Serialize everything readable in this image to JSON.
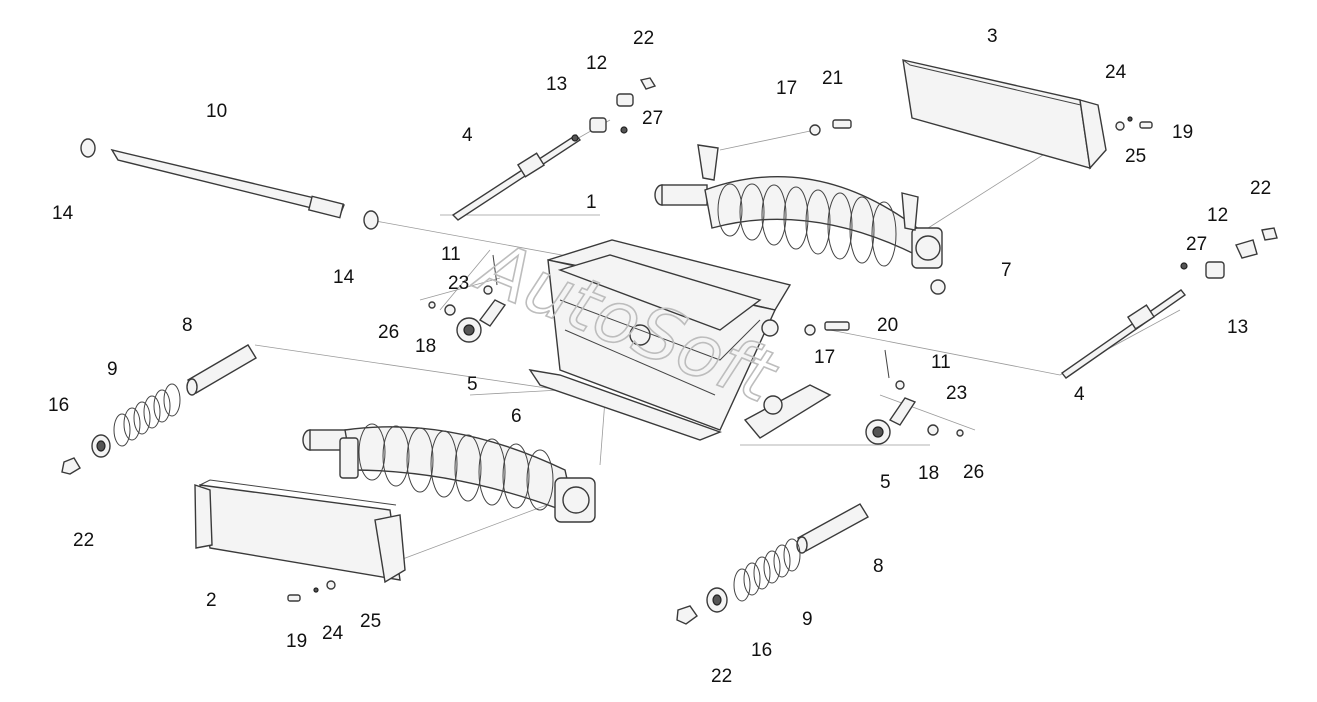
{
  "watermark": "AutoSoft",
  "labels": {
    "l1": "1",
    "l2": "2",
    "l3": "3",
    "l4a": "4",
    "l4b": "4",
    "l5a": "5",
    "l5b": "5",
    "l6": "6",
    "l7": "7",
    "l8a": "8",
    "l8b": "8",
    "l9a": "9",
    "l9b": "9",
    "l10": "10",
    "l11a": "11",
    "l11b": "11",
    "l12a": "12",
    "l12b": "12",
    "l13a": "13",
    "l13b": "13",
    "l14a": "14",
    "l14b": "14",
    "l16a": "16",
    "l16b": "16",
    "l17a": "17",
    "l17b": "17",
    "l18a": "18",
    "l18b": "18",
    "l19a": "19",
    "l19b": "19",
    "l20": "20",
    "l21": "21",
    "l22a": "22",
    "l22b": "22",
    "l22c": "22",
    "l22d": "22",
    "l23a": "23",
    "l23b": "23",
    "l24a": "24",
    "l24b": "24",
    "l25a": "25",
    "l25b": "25",
    "l26a": "26",
    "l26b": "26",
    "l27a": "27",
    "l27b": "27"
  }
}
